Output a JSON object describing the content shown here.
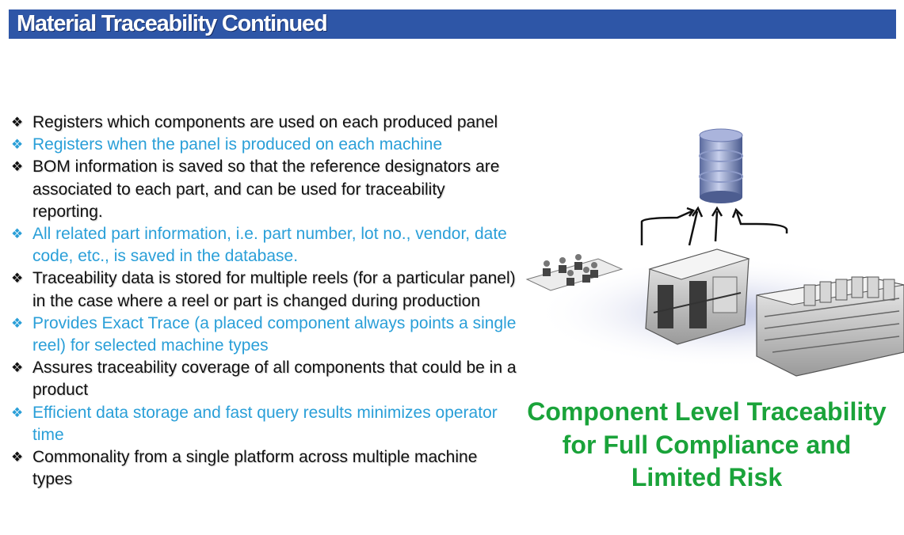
{
  "header": {
    "title": "Material Traceability Continued"
  },
  "bullet_glyph": "❖",
  "bullets": [
    {
      "text": "Registers which components are used on each produced panel",
      "color": "black"
    },
    {
      "text": "Registers when the panel is produced on each machine",
      "color": "blue"
    },
    {
      "text": "BOM information is saved so that the reference designators are associated to each part, and can be used for traceability reporting.",
      "color": "black"
    },
    {
      "text": "All related part information, i.e. part number, lot no., vendor, date code, etc., is saved in the database.",
      "color": "blue"
    },
    {
      "text": "Traceability data is stored for multiple reels (for a particular panel) in the case where a reel or part is changed during production",
      "color": "black"
    },
    {
      "text": "Provides Exact Trace (a placed component always points a single reel) for selected machine types",
      "color": "blue"
    },
    {
      "text": "Assures traceability coverage of all components that could be in a product",
      "color": "black"
    },
    {
      "text": "Efficient data storage and fast query results minimizes operator time",
      "color": "blue"
    },
    {
      "text": "Commonality from a single platform across multiple machine types",
      "color": "black"
    }
  ],
  "caption": "Component Level Traceability for Full Compliance and Limited Risk",
  "colors": {
    "header_bg": "#2e56a7",
    "blue_text": "#2a9fd8",
    "caption_green": "#1aa33a"
  },
  "icons": [
    "database-icon",
    "up-arrow-icon",
    "workstations-icon",
    "placement-machine-icon",
    "feeder-machine-icon"
  ]
}
